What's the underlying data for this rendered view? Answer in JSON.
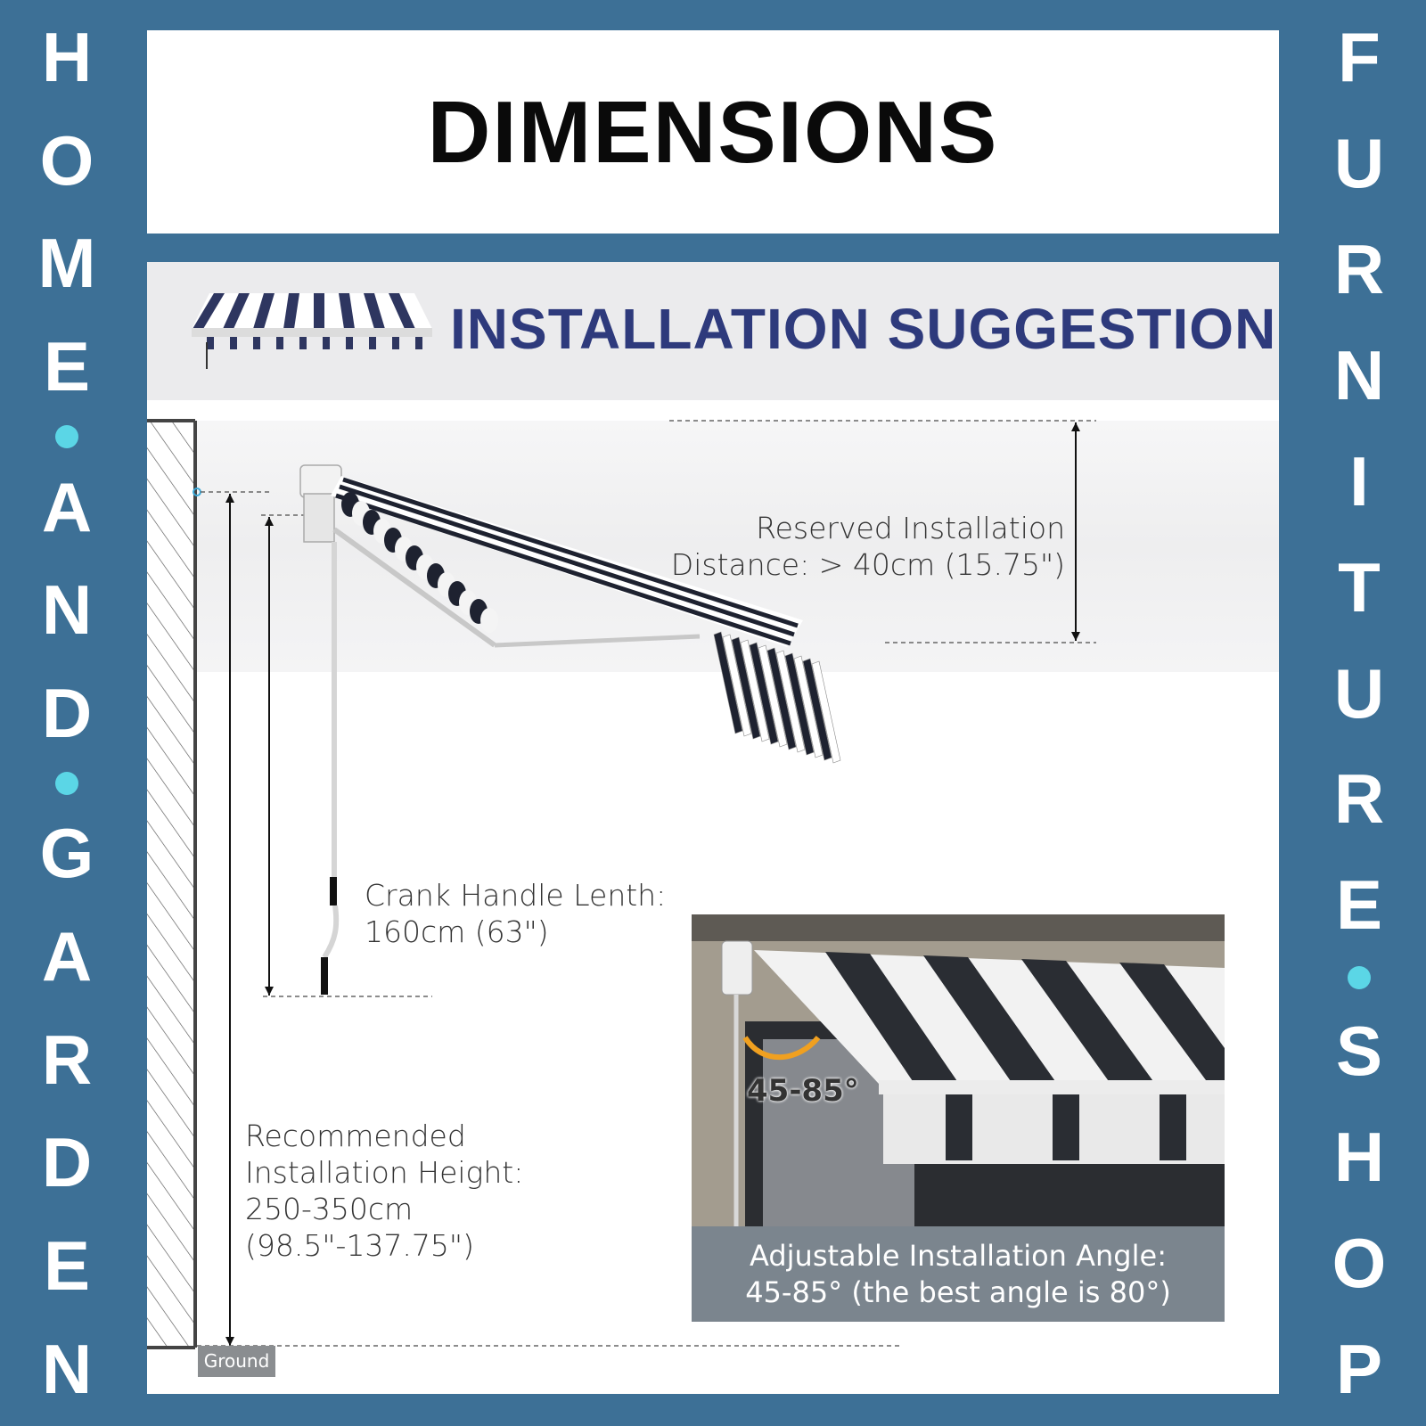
{
  "brand": {
    "left_letters": [
      "H",
      "O",
      "M",
      "E",
      "•",
      "A",
      "N",
      "D",
      "•",
      "G",
      "A",
      "R",
      "D",
      "E",
      "N"
    ],
    "right_letters": [
      "F",
      "U",
      "R",
      "N",
      "I",
      "T",
      "U",
      "R",
      "E",
      "•",
      "S",
      "H",
      "O",
      "P"
    ]
  },
  "colors": {
    "frame": "#3d7096",
    "dot": "#5bd6e6",
    "install_title": "#2e3a7c"
  },
  "header": {
    "title": "DIMENSIONS"
  },
  "install": {
    "title": "INSTALLATION SUGGESTION"
  },
  "labels": {
    "reserved_line1": "Reserved Installation",
    "reserved_line2": "Distance: > 40cm (15.75\")",
    "crank_line1": "Crank Handle Lenth:",
    "crank_line2": "160cm (63\")",
    "height_line1": "Recommended",
    "height_line2": "Installation Height:",
    "height_line3": "250-350cm",
    "height_line4": "(98.5\"-137.75\")",
    "ground": "Ground"
  },
  "inset": {
    "angle_mark": "45-85°",
    "caption_line1": "Adjustable Installation Angle:",
    "caption_line2": "45-85° (the best angle is 80°)"
  }
}
